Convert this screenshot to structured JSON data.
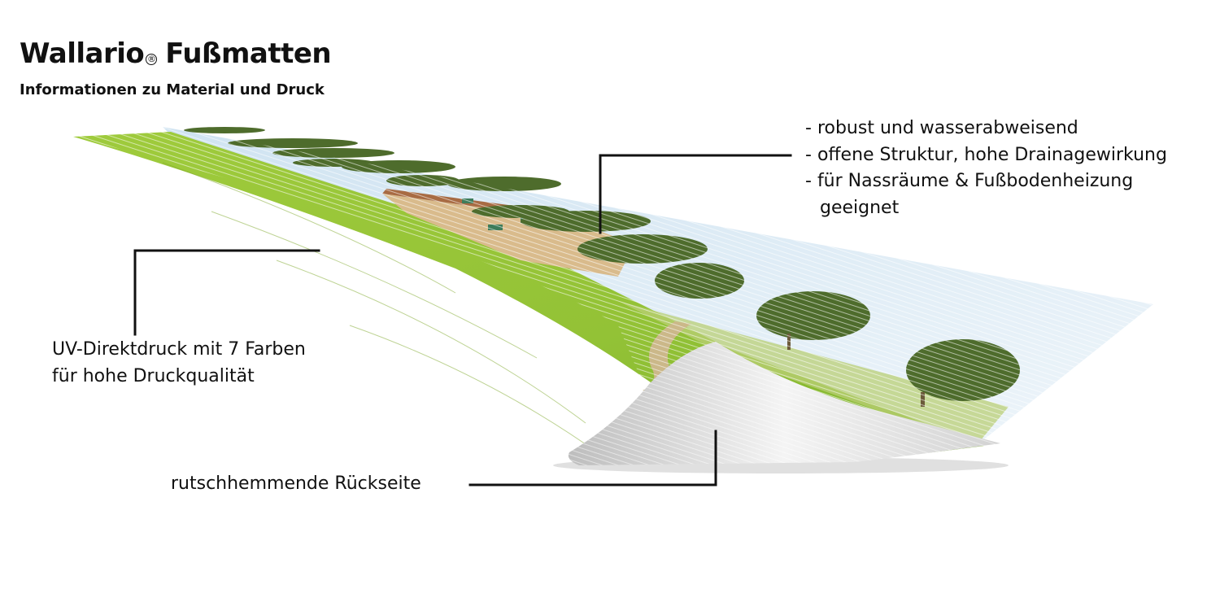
{
  "header": {
    "brand": "Wallario",
    "registered_mark": "®",
    "product": "Fußmatten",
    "subtitle": "Informationen zu Material und Druck"
  },
  "features": {
    "surface": [
      "robust und wasserabweisend",
      "offene Struktur, hohe Drainagewirkung",
      "für Nassräume & Fußbodenheizung geeignet"
    ],
    "print": [
      "UV-Direktdruck mit 7 Farben",
      "für hohe Druckqualität"
    ],
    "backside": "rutschhemmende Rückseite"
  },
  "colors": {
    "grass": "#9cc83a",
    "grass_dark": "#6fa12a",
    "sky": "#dfeef8",
    "cypress": "#4f6e2e",
    "villa": "#d8b98a",
    "backing": "#e6e6e6",
    "callout_line": "#111111"
  }
}
